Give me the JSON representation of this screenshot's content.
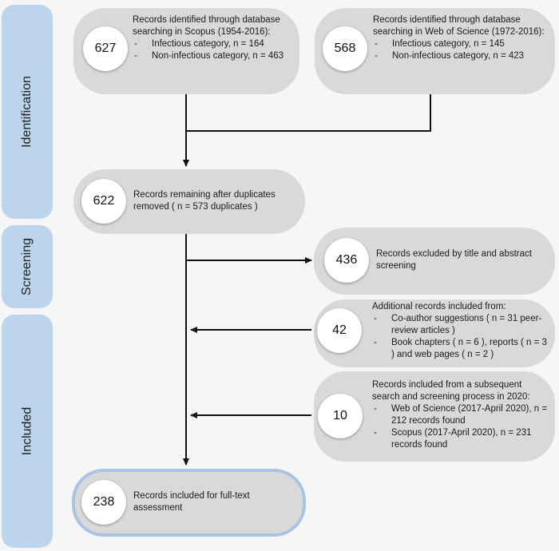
{
  "phases": {
    "identification": "Identification",
    "screening": "Screening",
    "included": "Included"
  },
  "scopus": {
    "count": "627",
    "text": "Records identified through database searching in Scopus (1954-2016):",
    "items": [
      "Infectious category, n = 164",
      "Non-infectious category, n = 463"
    ]
  },
  "wos": {
    "count": "568",
    "text": "Records identified through database searching in Web of Science (1972-2016):",
    "items": [
      "Infectious category, n = 145",
      "Non-infectious category, n = 423"
    ]
  },
  "dedup": {
    "count": "622",
    "text": "Records remaining after duplicates removed ( n = 573 duplicates )"
  },
  "excluded": {
    "count": "436",
    "text": "Records excluded by title and abstract screening"
  },
  "additional": {
    "count": "42",
    "text": "Additional records included from:",
    "items": [
      "Co-author suggestions ( n = 31 peer-review articles )",
      "Book chapters ( n = 6 ), reports ( n = 3 ) and web pages ( n = 2 )"
    ]
  },
  "subsequent": {
    "count": "10",
    "text": "Records included from a subsequent search and screening process in 2020:",
    "items": [
      "Web of Science (2017-April 2020), n = 212 records found",
      "Scopus (2017-April 2020), n = 231 records found"
    ]
  },
  "final": {
    "count": "238",
    "text": "Records included for full-text assessment"
  }
}
